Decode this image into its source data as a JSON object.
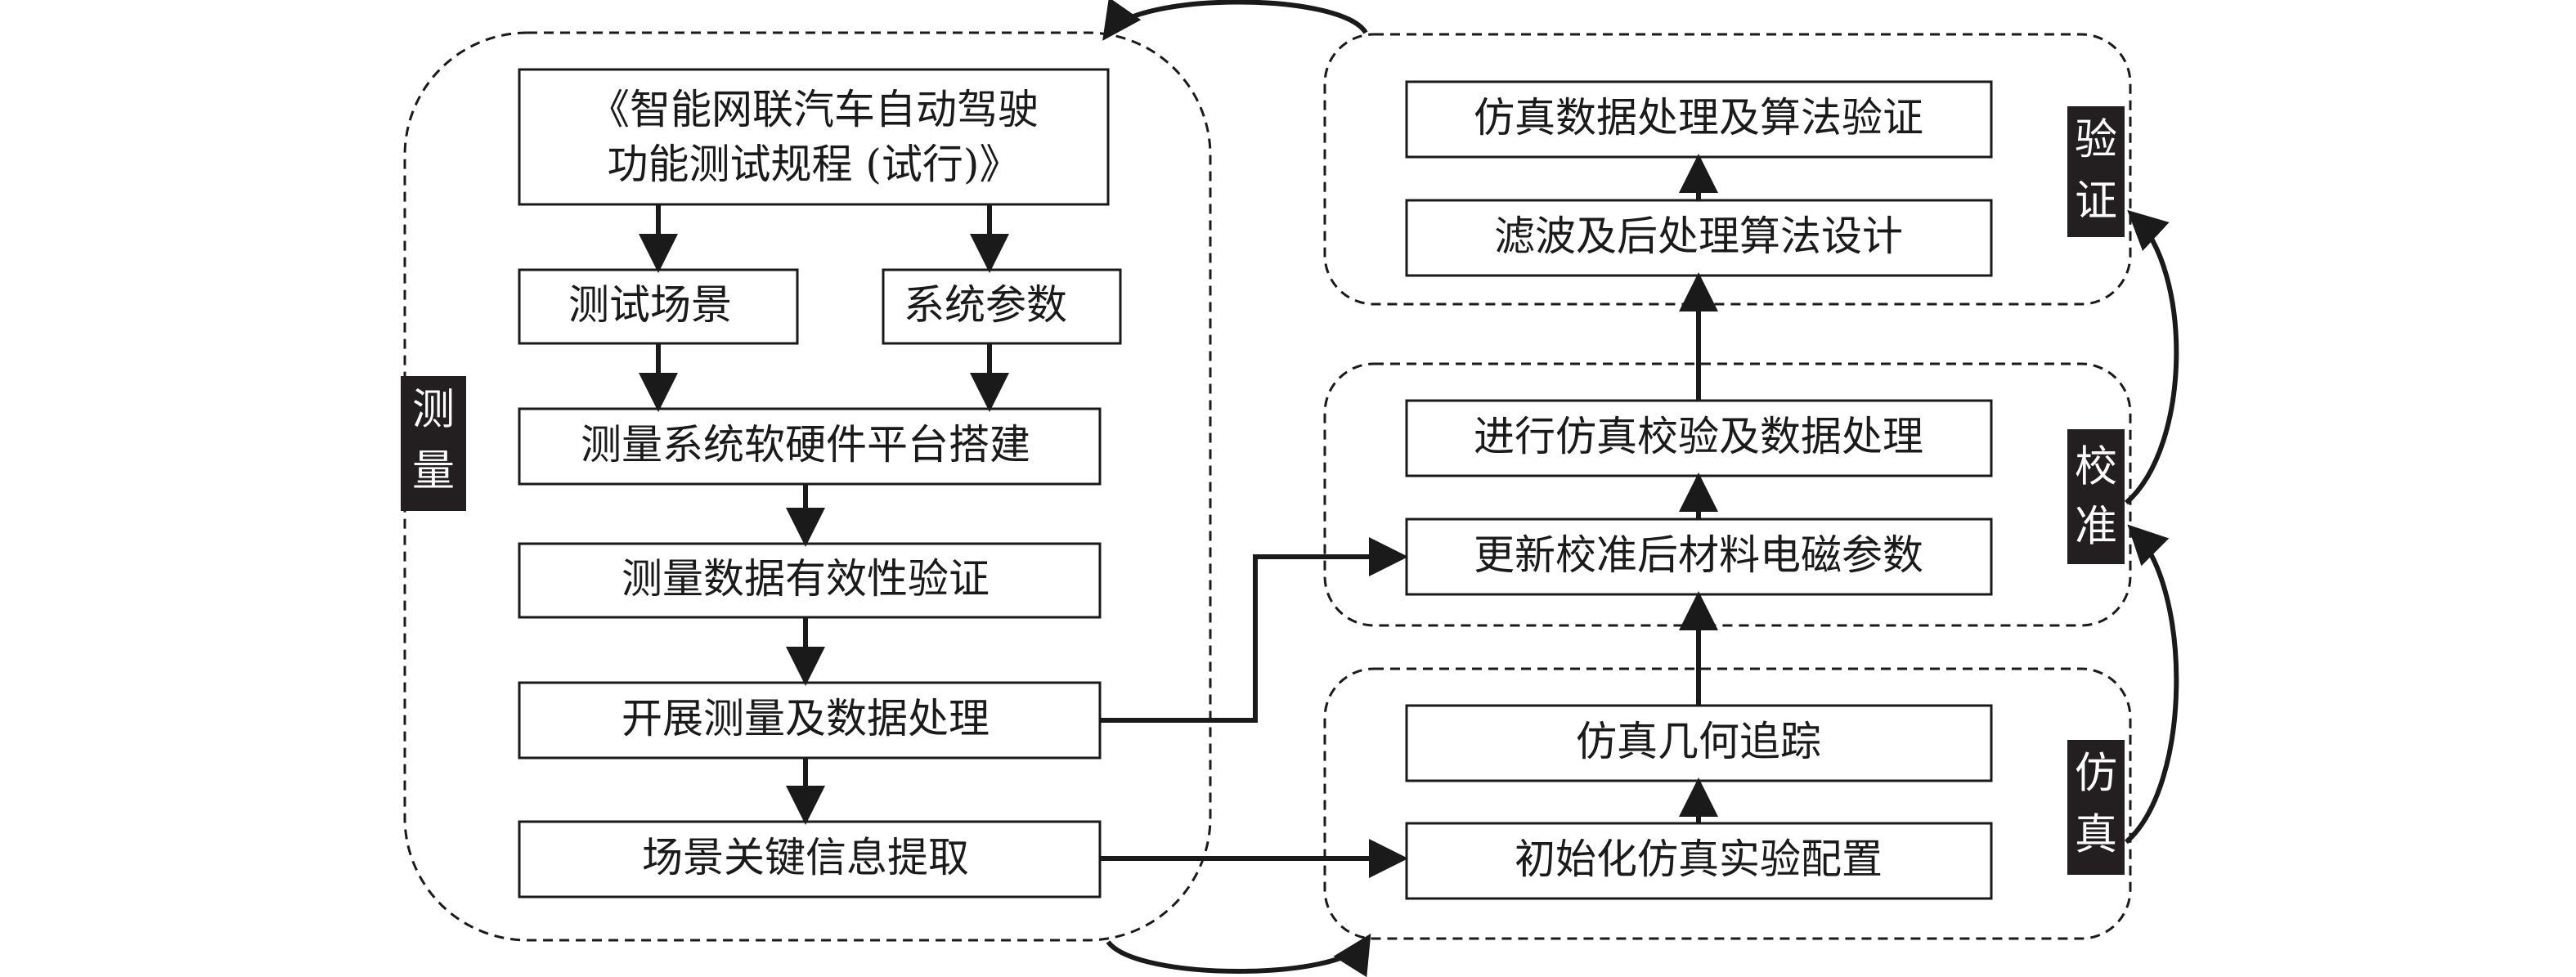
{
  "groups": {
    "measure": {
      "label_line1": "测",
      "label_line2": "量"
    },
    "verify": {
      "label_line1": "验",
      "label_line2": "证"
    },
    "calibrate": {
      "label_line1": "校",
      "label_line2": "准"
    },
    "simulate": {
      "label_line1": "仿",
      "label_line2": "真"
    }
  },
  "nodes": {
    "spec_line1": "《智能网联汽车自动驾驶",
    "spec_line2": "功能测试规程 (试行)》",
    "test_scene": "测试场景",
    "system_params": "系统参数",
    "platform_build": "测量系统软硬件平台搭建",
    "data_validation": "测量数据有效性验证",
    "measure_process": "开展测量及数据处理",
    "scene_extract": "场景关键信息提取",
    "sim_algo_verify": "仿真数据处理及算法验证",
    "filter_design": "滤波及后处理算法设计",
    "sim_check": "进行仿真校验及数据处理",
    "update_params": "更新校准后材料电磁参数",
    "geo_trace": "仿真几何追踪",
    "init_config": "初始化仿真实验配置"
  }
}
